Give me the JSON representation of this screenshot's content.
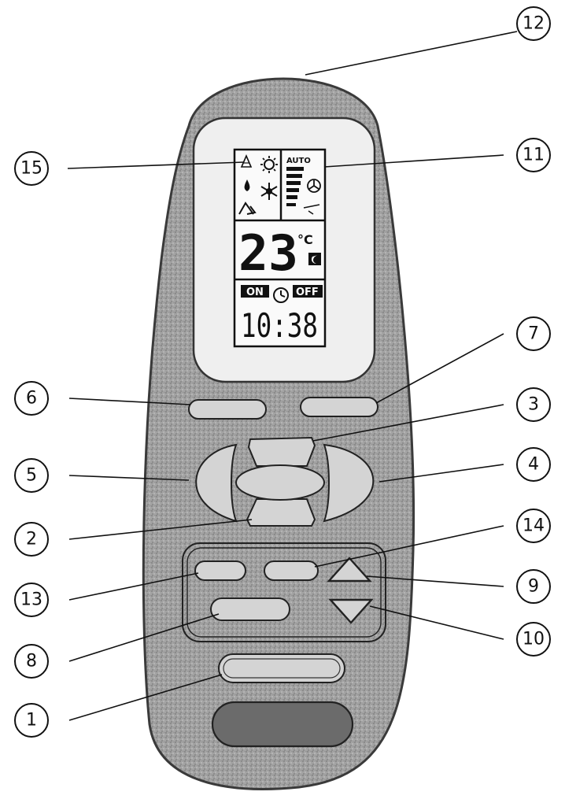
{
  "display": {
    "mode_label": "AUTO",
    "temperature": "23",
    "temperature_unit": "°C",
    "on_label": "ON",
    "off_label": "OFF",
    "clock": "10:38"
  },
  "callouts": [
    "1",
    "2",
    "3",
    "4",
    "5",
    "6",
    "7",
    "8",
    "9",
    "10",
    "11",
    "12",
    "13",
    "14",
    "15"
  ],
  "colors": {
    "body": "#9a9a9a",
    "body_edge": "#3a3a3a",
    "panel": "#ededed",
    "lcd": "#fafafa",
    "button": "#d4d4d4",
    "ink": "#111111"
  }
}
